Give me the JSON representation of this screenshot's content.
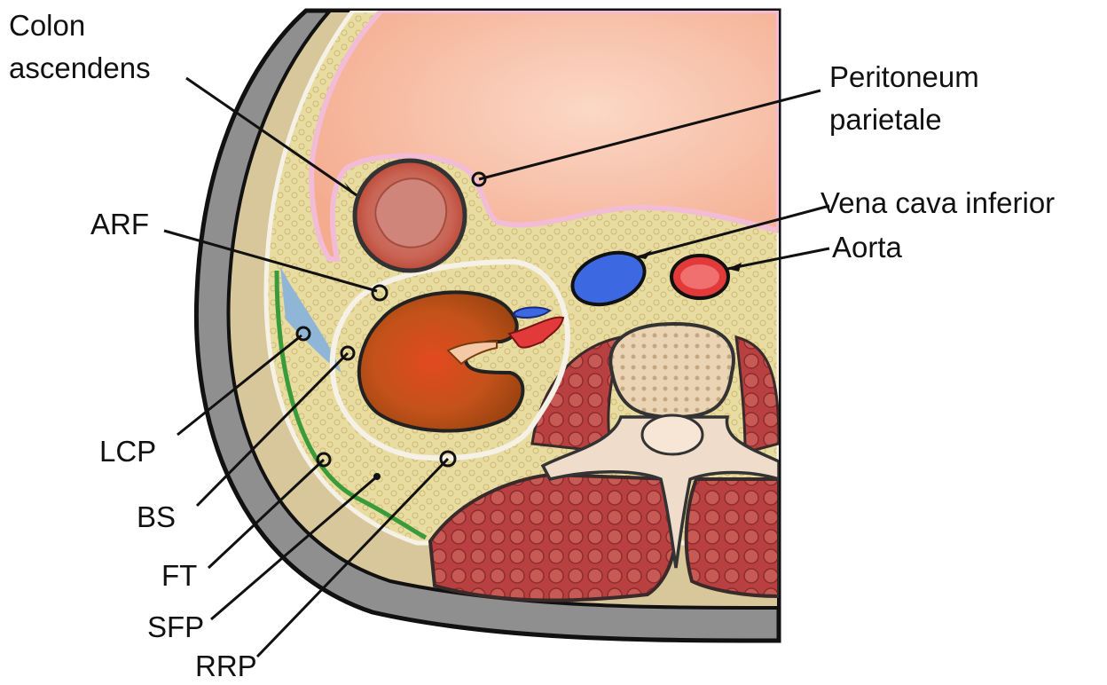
{
  "labels": {
    "colon": [
      "Colon",
      "ascendens"
    ],
    "peritoneum": [
      "Peritoneum",
      "parietale"
    ],
    "vena_cava": "Vena cava inferior",
    "aorta": "Aorta",
    "arf": "ARF",
    "lcp": "LCP",
    "bs": "BS",
    "ft": "FT",
    "sfp": "SFP",
    "rrp": "RRP"
  },
  "colors": {
    "skin": "#8f8f8f",
    "subcutaneous": "#d8c79a",
    "retroperitoneal_fat": "#e9dca0",
    "peritoneal_cavity": "#f6b79b",
    "peritoneum": "#f2bcd6",
    "colon": "#c9503c",
    "kidney": "#b4531c",
    "vena_cava": "#3c68e2",
    "aorta": "#e23a3a",
    "muscle": "#b94040",
    "bone": "#f0dccd",
    "fascia_green": "#3a9b3a",
    "fascia_blue": "#8fb6d6"
  }
}
